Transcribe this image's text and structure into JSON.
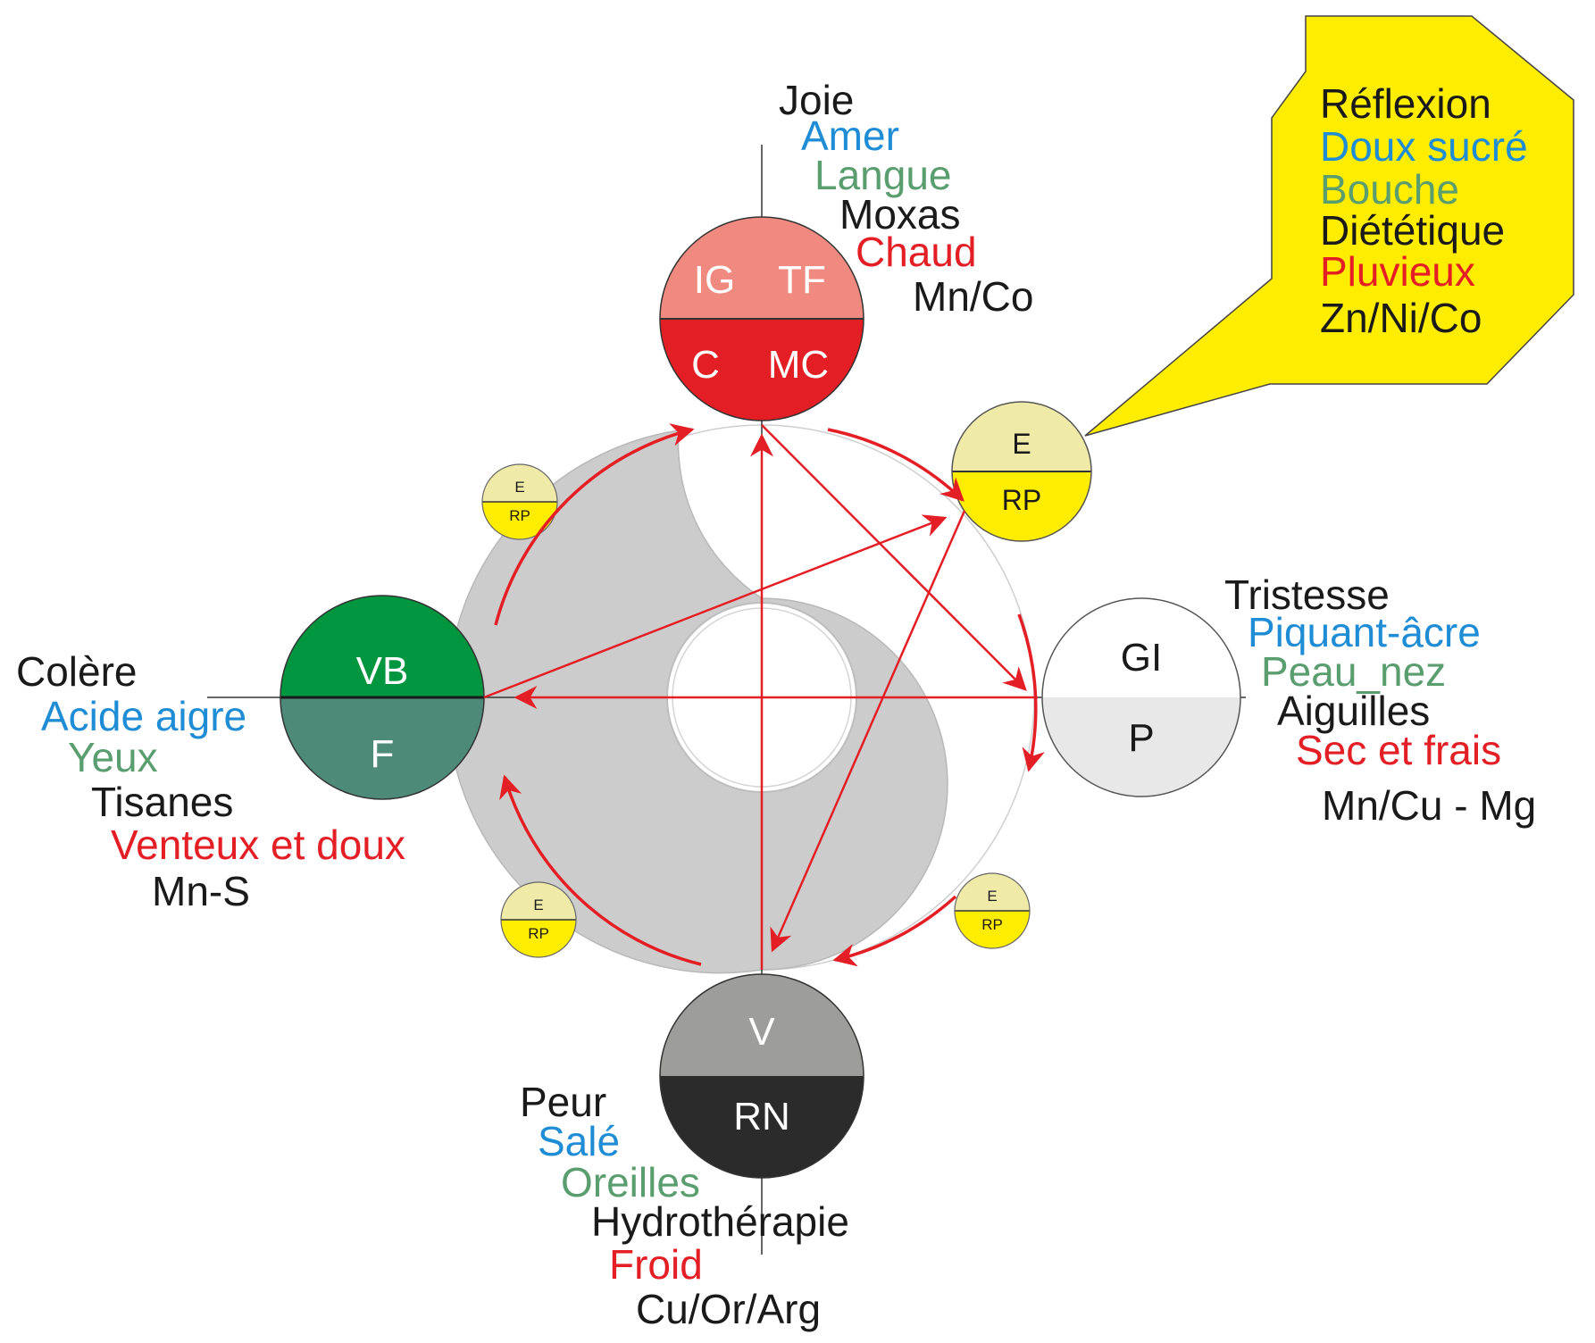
{
  "colors": {
    "emotion": "#1a1a1a",
    "taste": "#1f8dd6",
    "organ_sense": "#5a9e6f",
    "therapy": "#1a1a1a",
    "climate": "#e31e24",
    "minerals": "#1a1a1a",
    "arrow": "#e31e24",
    "axis": "#333333",
    "fire_top": "#f08a80",
    "fire_bottom": "#e31e24",
    "earth_top": "#f0eaa8",
    "earth_bottom": "#ffed00",
    "wood_top": "#00963f",
    "wood_bottom": "#4e8a78",
    "metal_top": "#ffffff",
    "metal_bottom": "#e8e8e8",
    "water_top": "#9d9d9c",
    "water_bottom": "#2b2b2b",
    "callout": "#ffed00",
    "shadow": "#cccccc"
  },
  "icons": {
    "arrow_head": "arrowhead-icon"
  },
  "fire": {
    "labels": [
      "Joie",
      "Amer",
      "Langue",
      "Moxas",
      "Chaud",
      "Mn/Co"
    ],
    "organs": {
      "top_left": "IG",
      "top_right": "TF",
      "bottom_left": "C",
      "bottom_right": "MC"
    }
  },
  "earth": {
    "labels": [
      "Réflexion",
      "Doux sucré",
      "Bouche",
      "Diététique",
      "Pluvieux",
      "Zn/Ni/Co"
    ],
    "organs": {
      "top": "E",
      "bottom": "RP"
    }
  },
  "metal": {
    "labels": [
      "Tristesse",
      "Piquant-âcre",
      "Peau_nez",
      "Aiguilles",
      "Sec et frais",
      "Mn/Cu - Mg"
    ],
    "organs": {
      "top": "GI",
      "bottom": "P"
    }
  },
  "wood": {
    "labels": [
      "Colère",
      "Acide aigre",
      "Yeux",
      "Tisanes",
      "Venteux et doux",
      "Mn-S"
    ],
    "organs": {
      "top": "VB",
      "bottom": "F"
    }
  },
  "water": {
    "labels": [
      "Peur",
      "Salé",
      "Oreilles",
      "Hydrothérapie",
      "Froid",
      "Cu/Or/Arg"
    ],
    "organs": {
      "top": "V",
      "bottom": "RN"
    }
  },
  "small_earth": {
    "top": "E",
    "bottom": "RP"
  }
}
